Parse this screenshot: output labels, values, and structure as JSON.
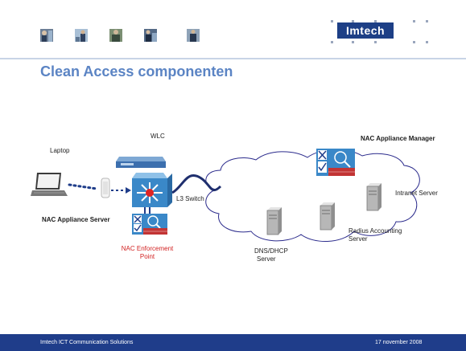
{
  "header": {
    "logo_text": "Imtech",
    "photos": [
      "person-photo-icon",
      "person-photo-icon",
      "person-photo-icon",
      "person-photo-icon",
      "person-photo-icon"
    ]
  },
  "slide": {
    "title": "Clean Access componenten"
  },
  "diagram": {
    "labels": {
      "wlc": "WLC",
      "laptop": "Laptop",
      "l3_switch": "L3 Switch",
      "nac_server": "NAC Appliance Server",
      "nac_enforcement_line1": "NAC Enforcement",
      "nac_enforcement_line2": "Point",
      "nac_manager": "NAC Appliance Manager",
      "intranet": "Intranet Server",
      "radius_line1": "Radius Accounting",
      "radius_line2": "Server",
      "dns_line1": "DNS/DHCP",
      "dns_line2": "Server"
    },
    "colors": {
      "switch_blue": "#3a88c8",
      "cloud_stroke": "#2b2b8c",
      "server_gray": "#b7b7b7",
      "enforcement_red": "#d22222"
    }
  },
  "footer": {
    "company": "Imtech ICT Communication Solutions",
    "date": "17 november 2008"
  }
}
